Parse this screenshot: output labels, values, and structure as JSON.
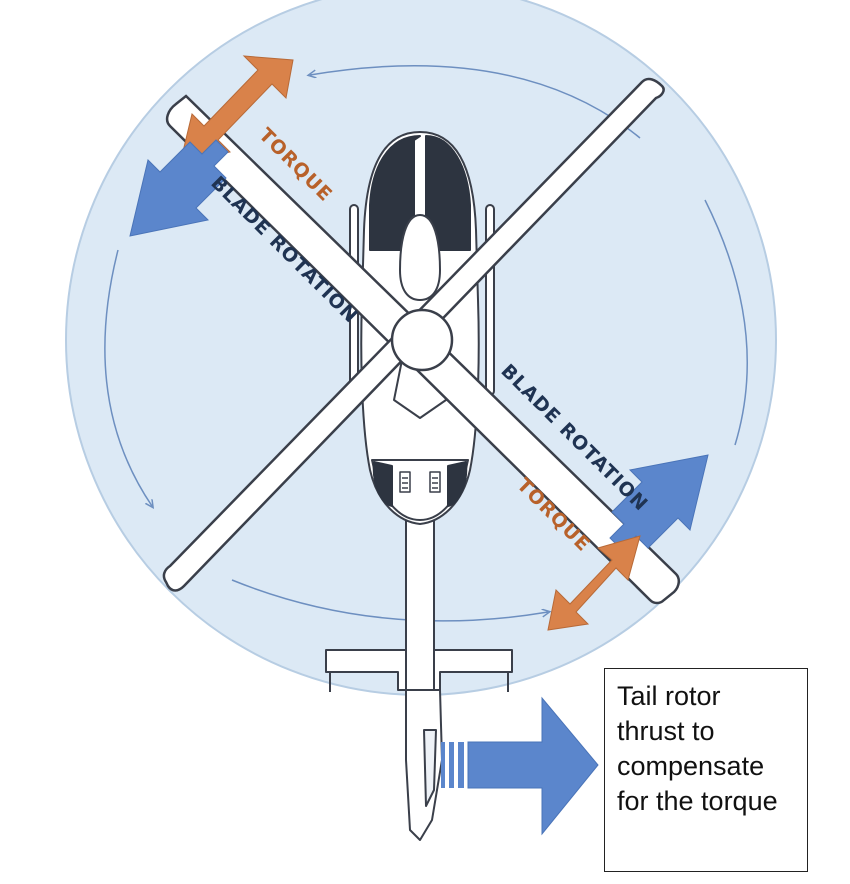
{
  "labels": {
    "torque_upper": "TORQUE",
    "blade_rotation_upper": "BLADE ROTATION",
    "blade_rotation_lower": "BLADE ROTATION",
    "torque_lower": "TORQUE"
  },
  "caption": {
    "lines": [
      "Tail rotor",
      "thrust to",
      "compensate",
      "for the torque"
    ]
  },
  "colors": {
    "disc_fill": "#dce9f5",
    "disc_edge": "#b7cde3",
    "torque_arrow": "#d9824a",
    "torque_text": "#b8612a",
    "rotation_arrow": "#5b86cc",
    "rotation_text": "#1f3352",
    "airframe_stroke": "#3a3f4a",
    "cockpit_glass": "#2d3440"
  },
  "icons": {
    "helicopter": "helicopter-top-view-icon",
    "thrust": "thrust-arrow-icon"
  }
}
